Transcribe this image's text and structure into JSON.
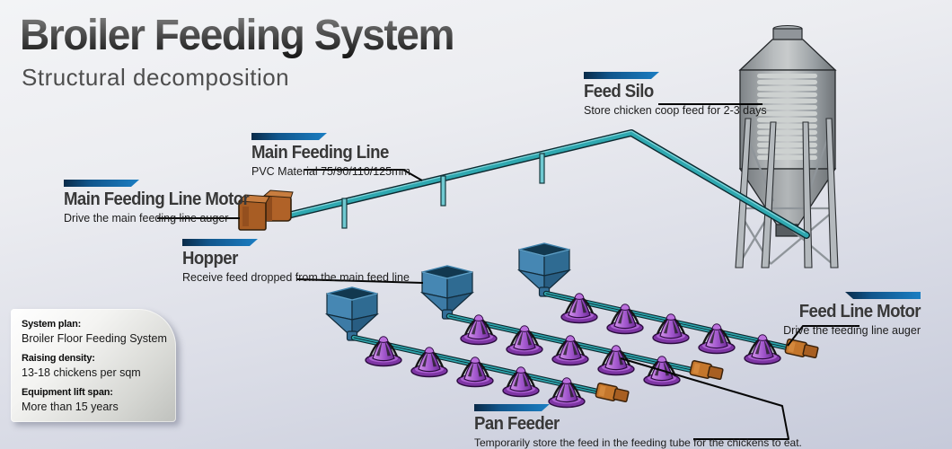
{
  "header": {
    "title": "Broiler Feeding System",
    "subtitle": "Structural decomposition"
  },
  "labels": {
    "feed_silo": {
      "title": "Feed Silo",
      "desc": "Store chicken coop feed for 2-3 days"
    },
    "main_feeding_line": {
      "title": "Main Feeding Line",
      "desc": "PVC Material 75/90/110/125mm"
    },
    "main_feeding_line_motor": {
      "title": "Main Feeding Line Motor",
      "desc": "Drive the main feeding line auger"
    },
    "hopper": {
      "title": "Hopper",
      "desc": "Receive feed dropped from the main feed line"
    },
    "feed_line_motor": {
      "title": "Feed Line Motor",
      "desc": "Drive the feeding line auger"
    },
    "pan_feeder": {
      "title": "Pan Feeder",
      "desc": "Temporarily store the feed in the feeding tube for the chickens to eat."
    }
  },
  "info_box": {
    "rows": [
      {
        "label": "System plan:",
        "value": "Broiler Floor Feeding System"
      },
      {
        "label": "Raising density:",
        "value": "13-18 chickens per sqm"
      },
      {
        "label": "Equipment lift span:",
        "value": "More than 15 years"
      }
    ]
  },
  "colors": {
    "accent_blue": "#1b7ec2",
    "pipe_teal": "#2fa8b0",
    "hopper_blue": "#4486b3",
    "feeder_purple": "#a055cb",
    "motor_orange": "#c4762c",
    "silo_gray": "#a8adb1"
  }
}
